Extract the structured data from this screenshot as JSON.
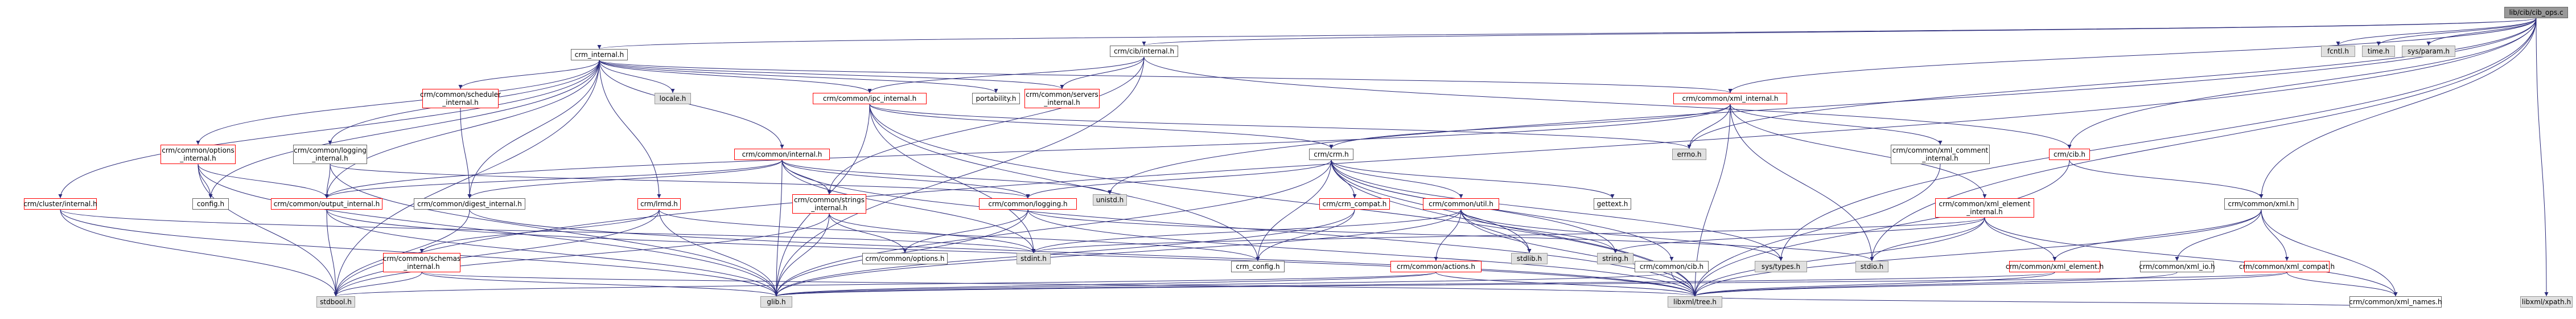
{
  "nodes": {
    "root": "lib/cib/cib_ops.c",
    "crm_internal": "crm_internal.h",
    "cib_internal": "crm/cib/internal.h",
    "fcntl": "fcntl.h",
    "time": "time.h",
    "sys_param": "sys/param.h",
    "scheduler_internal": "crm/common/scheduler\n_internal.h",
    "locale": "locale.h",
    "options_internal": "crm/common/options\n_internal.h",
    "logging_internal": "crm/common/logging\n_internal.h",
    "ipc_internal": "crm/common/ipc_internal.h",
    "portability": "portability.h",
    "servers_internal": "crm/common/servers\n_internal.h",
    "xml_internal": "crm/common/xml_internal.h",
    "cluster_internal": "crm/cluster/internal.h",
    "config": "config.h",
    "output_internal": "crm/common/output_internal.h",
    "common_internal": "crm/common/internal.h",
    "digest_internal": "crm/common/digest_internal.h",
    "lrmd": "crm/lrmd.h",
    "strings_internal": "crm/common/strings\n_internal.h",
    "common_logging": "crm/common/logging.h",
    "unistd": "unistd.h",
    "crm": "crm/crm.h",
    "errno": "errno.h",
    "xml_comment_internal": "crm/common/xml_comment\n_internal.h",
    "crm_cib": "crm/cib.h",
    "xml_element_internal": "crm/common/xml_element\n_internal.h",
    "crm_compat": "crm/crm_compat.h",
    "util": "crm/common/util.h",
    "gettext": "gettext.h",
    "schemas_internal": "crm/common/schemas\n_internal.h",
    "options": "crm/common/options.h",
    "stdint": "stdint.h",
    "crm_config": "crm_config.h",
    "actions": "crm/common/actions.h",
    "stdlib": "stdlib.h",
    "string": "string.h",
    "common_cib": "crm/common/cib.h",
    "sys_types": "sys/types.h",
    "stdio": "stdio.h",
    "common_xml": "crm/common/xml.h",
    "xml_element": "crm/common/xml_element.h",
    "xml_io": "crm/common/xml_io.h",
    "xml_compat": "crm/common/xml_compat.h",
    "stdbool": "stdbool.h",
    "glib": "glib.h",
    "libxml_tree": "libxml/tree.h",
    "xml_names": "crm/common/xml_names.h",
    "libxml_xpath": "libxml/xpath.h"
  },
  "colors": {
    "edge": "#2a2a7a",
    "red_border": "#ff0000",
    "gray_fill": "#e0e0e0",
    "root_fill": "#999999"
  }
}
